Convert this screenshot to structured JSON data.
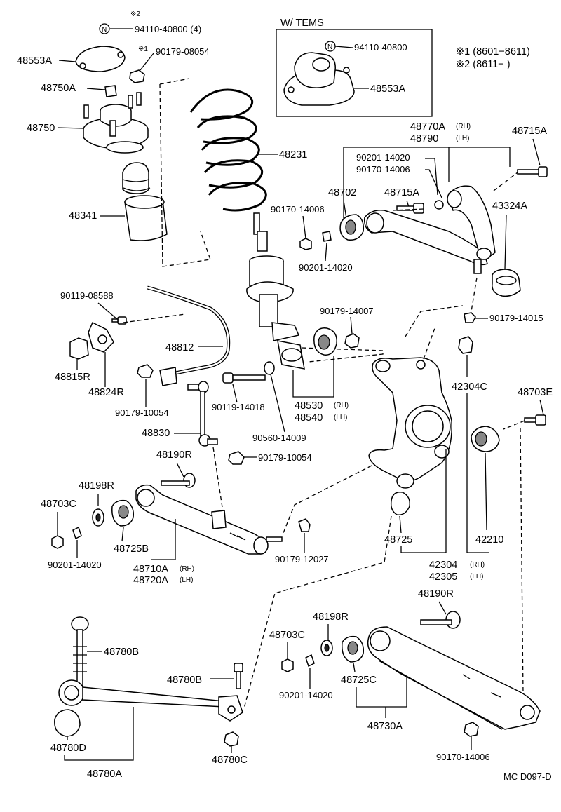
{
  "notes": {
    "n1": "※1 (8601−8611)",
    "n2": "※2 (8611−       )",
    "star1": "※1",
    "star2": "※2"
  },
  "tems": {
    "title": "W/ TEMS",
    "bolt": "94110-40800",
    "cover": "48553A"
  },
  "labels": {
    "p94110_top": "94110-40800 (4)",
    "p48553A": "48553A",
    "p90179_08054": "90179-08054",
    "p48750A": "48750A",
    "p48750": "48750",
    "p48231": "48231",
    "p48341": "48341",
    "p48770A": "48770A",
    "p48770A_rh": "(RH)",
    "p48790": "48790",
    "p48790_lh": "(LH)",
    "p48715A_r": "48715A",
    "p90201_14020_a": "90201-14020",
    "p90170_14006_a": "90170-14006",
    "p48702": "48702",
    "p48715A_m": "48715A",
    "p43324A": "43324A",
    "p90170_14006_b": "90170-14006",
    "p90201_14020_b": "90201-14020",
    "p90179_14015": "90179-14015",
    "p90119_08588": "90119-08588",
    "p90179_14007": "90179-14007",
    "p48812": "48812",
    "p48815R": "48815R",
    "p48824R": "48824R",
    "p42304C": "42304C",
    "p48703E": "48703E",
    "p90119_14018": "90119-14018",
    "p48530": "48530",
    "p48530_rh": "(RH)",
    "p48540": "48540",
    "p48540_lh": "(LH)",
    "p90179_10054_a": "90179-10054",
    "p48830": "48830",
    "p90560_14009": "90560-14009",
    "p90179_10054_b": "90179-10054",
    "p48190R_a": "48190R",
    "p48198R_a": "48198R",
    "p48703C_a": "48703C",
    "p48725B": "48725B",
    "p48725": "48725",
    "p42210": "42210",
    "p90201_14020_c": "90201-14020",
    "p48710A": "48710A",
    "p48710A_rh": "(RH)",
    "p48720A": "48720A",
    "p48720A_lh": "(LH)",
    "p90179_12027": "90179-12027",
    "p42304": "42304",
    "p42304_rh": "(RH)",
    "p42305": "42305",
    "p42305_lh": "(LH)",
    "p48190R_b": "48190R",
    "p48780B_a": "48780B",
    "p48198R_b": "48198R",
    "p48703C_b": "48703C",
    "p48780B_b": "48780B",
    "p48725C": "48725C",
    "p90201_14020_d": "90201-14020",
    "p48730A": "48730A",
    "p48780D": "48780D",
    "p48780C": "48780C",
    "p48780A": "48780A",
    "p90170_14006_c": "90170-14006",
    "diagram_code": "MC D097-D"
  },
  "symbols": {
    "n": "N"
  }
}
